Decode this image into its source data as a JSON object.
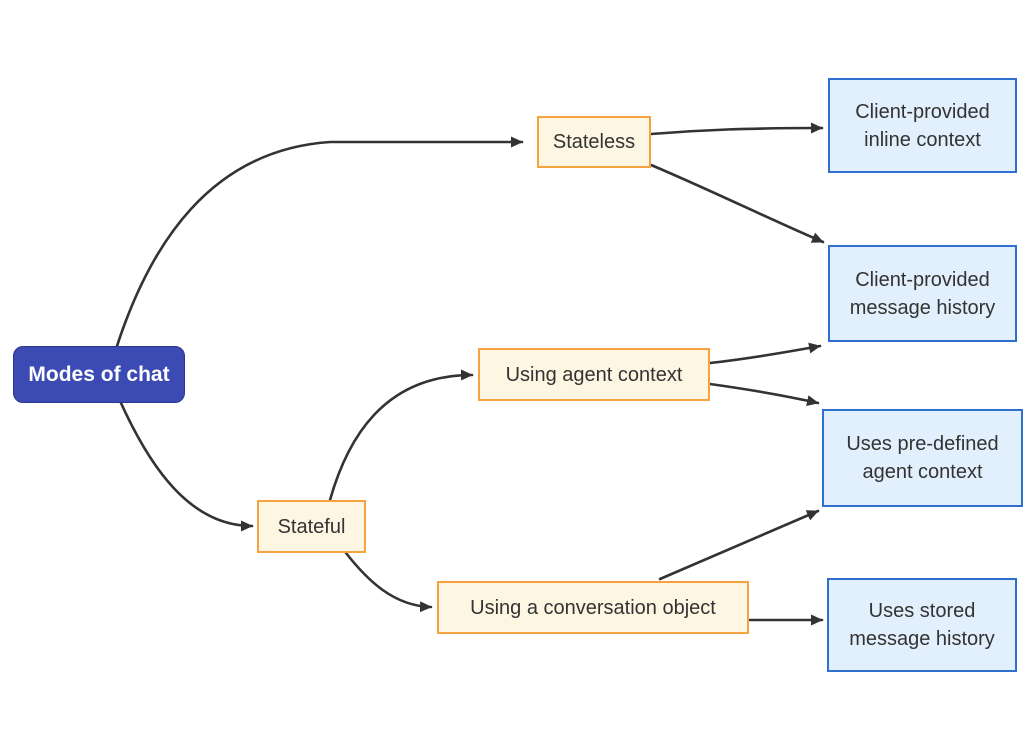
{
  "diagram": {
    "type": "flowchart",
    "direction": "left-to-right",
    "background": "#ffffff",
    "nodes": {
      "root": {
        "label": "Modes of chat",
        "style": "primary"
      },
      "stateless": {
        "label": "Stateless",
        "style": "warm"
      },
      "stateful": {
        "label": "Stateful",
        "style": "warm"
      },
      "agent_context": {
        "label": "Using agent context",
        "style": "warm"
      },
      "conversation_object": {
        "label": "Using a conversation object",
        "style": "warm"
      },
      "inline_context": {
        "label": "Client-provided inline context",
        "style": "blue"
      },
      "message_history": {
        "label": "Client-provided message history",
        "style": "blue"
      },
      "predefined_context": {
        "label": "Uses pre-defined agent context",
        "style": "blue"
      },
      "stored_history": {
        "label": "Uses stored message history",
        "style": "blue"
      }
    },
    "edges": [
      {
        "from": "root",
        "to": "stateless"
      },
      {
        "from": "root",
        "to": "stateful"
      },
      {
        "from": "stateless",
        "to": "inline_context"
      },
      {
        "from": "stateless",
        "to": "message_history"
      },
      {
        "from": "stateful",
        "to": "agent_context"
      },
      {
        "from": "stateful",
        "to": "conversation_object"
      },
      {
        "from": "agent_context",
        "to": "message_history"
      },
      {
        "from": "agent_context",
        "to": "predefined_context"
      },
      {
        "from": "conversation_object",
        "to": "predefined_context"
      },
      {
        "from": "conversation_object",
        "to": "stored_history"
      }
    ],
    "colors": {
      "background": "#ffffff",
      "primary_fill": "#3b4bb3",
      "primary_border": "#2c3890",
      "primary_text": "#ffffff",
      "warm_fill": "#fdf6e3",
      "warm_border": "#f6a23e",
      "blue_fill": "#e2effc",
      "blue_border": "#2e6fd0",
      "node_text": "#333333",
      "edge": "#333333"
    }
  }
}
